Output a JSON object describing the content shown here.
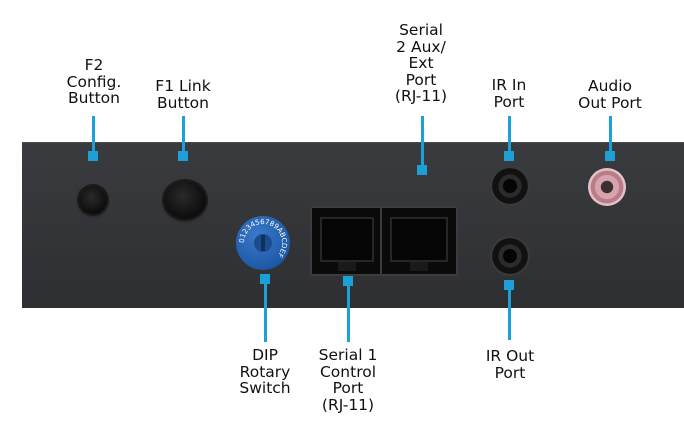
{
  "labels": {
    "f2": [
      "F2",
      "Config.",
      "Button"
    ],
    "f1": [
      "F1 Link",
      "Button"
    ],
    "serial2": [
      "Serial",
      "2 Aux/",
      "Ext",
      "Port",
      "(RJ-11)"
    ],
    "ir_in": [
      "IR In",
      "Port"
    ],
    "audio": [
      "Audio",
      "Out Port"
    ],
    "dip": [
      "DIP",
      "Rotary",
      "Switch"
    ],
    "serial1": [
      "Serial 1",
      "Control",
      "Port",
      "(RJ-11)"
    ],
    "ir_out": [
      "IR Out",
      "Port"
    ]
  },
  "dip_digits": "0123456789ABCDEF",
  "colors": {
    "callout": "#1d9fd8",
    "panel": "#333437",
    "dip_switch": "#1e5aa8",
    "audio_jack": "#d8a3ad"
  }
}
